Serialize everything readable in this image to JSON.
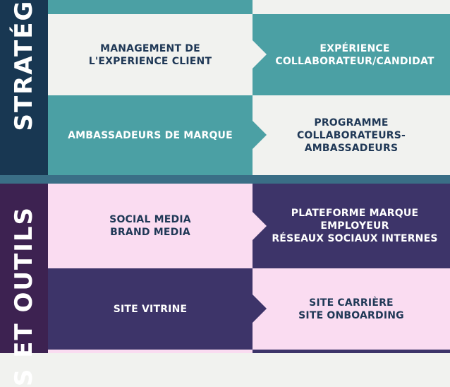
{
  "colors": {
    "teal": "#4ba0a4",
    "cream": "#f1f2ef",
    "navy": "#183752",
    "pink": "#fadcf1",
    "indigo": "#3d3469",
    "purple": "#3d2251",
    "dark_text": "#1f3856"
  },
  "strategy": {
    "label": "STRATÉGI",
    "rows": [
      {
        "left_lines": [
          "MANAGEMENT DE",
          "L'EXPERIENCE CLIENT"
        ],
        "right_lines": [
          "EXPÉRIENCE",
          "COLLABORATEUR/CANDIDAT"
        ]
      },
      {
        "left_lines": [
          "AMBASSADEURS  DE MARQUE"
        ],
        "right_lines": [
          "PROGRAMME",
          "COLLABORATEURS-",
          "AMBASSADEURS"
        ]
      }
    ]
  },
  "tools": {
    "label": "S ET OUTILS",
    "rows": [
      {
        "left_lines": [
          "SOCIAL MEDIA",
          "BRAND MEDIA"
        ],
        "right_lines": [
          "PLATEFORME MARQUE",
          "EMPLOYEUR",
          "RÉSEAUX SOCIAUX INTERNES"
        ]
      },
      {
        "left_lines": [
          "SITE VITRINE"
        ],
        "right_lines": [
          "SITE CARRIÈRE",
          "SITE ONBOARDING"
        ]
      }
    ]
  }
}
